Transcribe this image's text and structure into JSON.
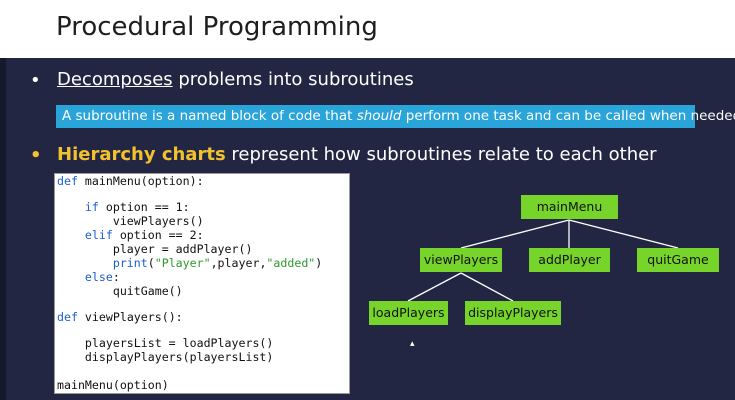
{
  "slide": {
    "title": "Procedural Programming",
    "bullet1": {
      "dot": "•",
      "underlined": "Decomposes",
      "rest": " problems into subroutines"
    },
    "definition": {
      "before": "A subroutine is a named block of code that ",
      "emphasis": "should",
      "after": " perform one task and can be called when needed"
    },
    "bullet2": {
      "dot": "•",
      "highlight": "Hierarchy charts",
      "rest": " represent how subroutines relate to each other"
    }
  },
  "code": {
    "l1_kw": "def",
    "l1_rest": " mainMenu(option):",
    "l2_indent": "    ",
    "l2_kw": "if",
    "l2_rest": " option == 1:",
    "l3": "        viewPlayers()",
    "l4_indent": "    ",
    "l4_kw": "elif",
    "l4_rest": " option == 2:",
    "l5": "        player = addPlayer()",
    "l6_indent": "        ",
    "l6_kw": "print",
    "l6_p1": "(",
    "l6_s1": "\"Player\"",
    "l6_p2": ",player,",
    "l6_s2": "\"added\"",
    "l6_p3": ")",
    "l7_indent": "    ",
    "l7_kw": "else",
    "l7_rest": ":",
    "l8": "        quitGame()",
    "l9_kw": "def",
    "l9_rest": " viewPlayers():",
    "l10": "    playersList = loadPlayers()",
    "l11": "    displayPlayers(playersList)",
    "l12": "mainMenu(option)"
  },
  "hierarchy": {
    "root": "mainMenu",
    "view": "viewPlayers",
    "add": "addPlayer",
    "quit": "quitGame",
    "load": "loadPlayers",
    "display": "displayPlayers"
  },
  "colors": {
    "background": "#222642",
    "definition_bg": "#2aa5d9",
    "highlight": "#f2c12e",
    "node": "#76d42a",
    "keyword": "#1b5fd1",
    "string": "#2e9a2e"
  }
}
